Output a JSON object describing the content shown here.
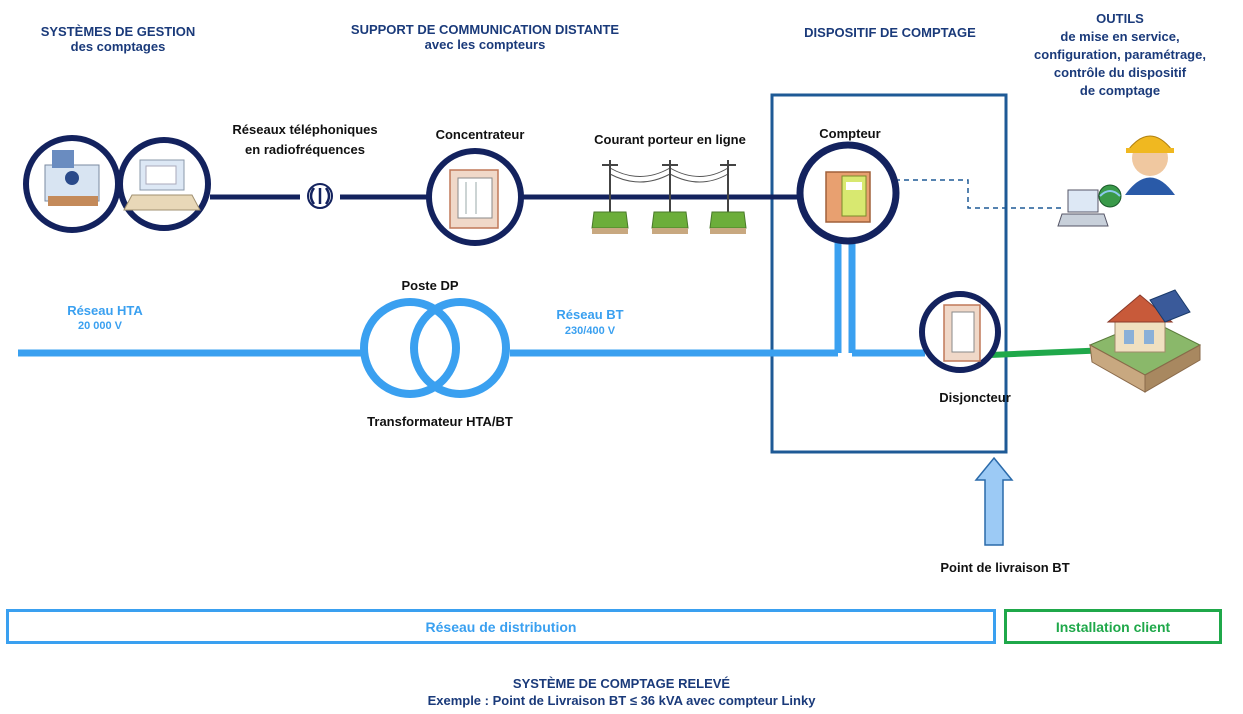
{
  "headers": {
    "gestion": {
      "line1": "SYSTÈMES DE GESTION",
      "line2": "des comptages"
    },
    "support": {
      "line1": "SUPPORT DE COMMUNICATION DISTANTE",
      "line2": "avec les compteurs"
    },
    "dispositif": {
      "line1": "DISPOSITIF DE COMPTAGE"
    },
    "outils": {
      "line1": "OUTILS",
      "line2": "de mise en service,",
      "line3": "configuration, paramétrage,",
      "line4": "contrôle du dispositif",
      "line5": "de comptage"
    }
  },
  "labels": {
    "reseaux_tel_1": "Réseaux téléphoniques",
    "reseaux_tel_2": "en radiofréquences",
    "concentrateur": "Concentrateur",
    "cpl": "Courant porteur en ligne",
    "compteur": "Compteur",
    "poste_dp": "Poste DP",
    "transformateur": "Transformateur HTA/BT",
    "reseau_hta": "Réseau HTA",
    "hta_voltage": "20 000 V",
    "reseau_bt": "Réseau BT",
    "bt_voltage": "230/400 V",
    "disjoncteur": "Disjoncteur",
    "point_livraison": "Point de livraison BT"
  },
  "bottom": {
    "reseau_distribution": "Réseau de distribution",
    "installation_client": "Installation client"
  },
  "footer": {
    "title": "SYSTÈME DE COMPTAGE RELEVÉ",
    "subtitle": "Exemple : Point de Livraison BT ≤ 36 kVA avec compteur Linky"
  },
  "colors": {
    "navy": "#13225e",
    "light_blue": "#3aa0f0",
    "green": "#1fa84a"
  }
}
